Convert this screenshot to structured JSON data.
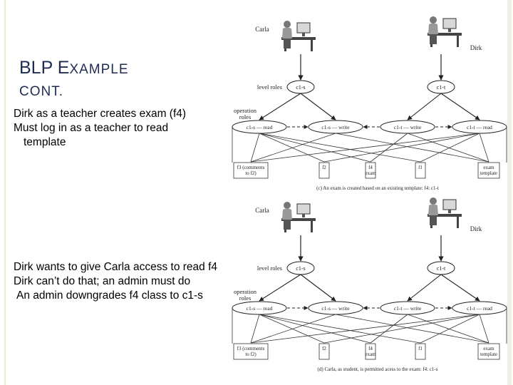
{
  "slide": {
    "title_line1_cap": "BLP E",
    "title_line1_rest": "XAMPLE",
    "title_line2": "CONT.",
    "block1": [
      "Dirk as a teacher creates exam (f4)",
      "Must log in as a teacher to read",
      "  template"
    ],
    "block2": [
      "Dirk wants to give Carla access to read f4",
      "Dirk can’t do that; an admin must do",
      " An admin downgrades f4 class to c1-s"
    ]
  },
  "colors": {
    "title": "#1f2d56",
    "text": "#000000",
    "accent_rule": "#e6ecd6"
  },
  "diagrams": [
    {
      "users": {
        "left": "Carla",
        "right": "Dirk"
      },
      "level_roles_label": "level roles",
      "levels": {
        "left": "c1-s",
        "right": "c1-t"
      },
      "operation_roles_label": "operation roles",
      "ops": [
        "c1-s — read",
        "c1-s — write",
        "c1-t — write",
        "c1-t — read"
      ],
      "files": [
        "f3 (comments to f2)",
        "f2",
        "f4 exam",
        "f1",
        "exam template"
      ],
      "caption": "(c) An exam is created based on an existing template: f4: c1-t"
    },
    {
      "users": {
        "left": "Carla",
        "right": "Dirk"
      },
      "level_roles_label": "level roles",
      "levels": {
        "left": "c1-s",
        "right": "c1-t"
      },
      "operation_roles_label": "operation roles",
      "ops": [
        "c1-s — read",
        "c1-s — write",
        "c1-t — write",
        "c1-t — read"
      ],
      "files": [
        "f3 (comments to f2)",
        "f2",
        "f4 exam",
        "f1",
        "exam template"
      ],
      "caption": "(d) Carla, as student, is permitted acess to the exam: f4: c1-s"
    }
  ]
}
